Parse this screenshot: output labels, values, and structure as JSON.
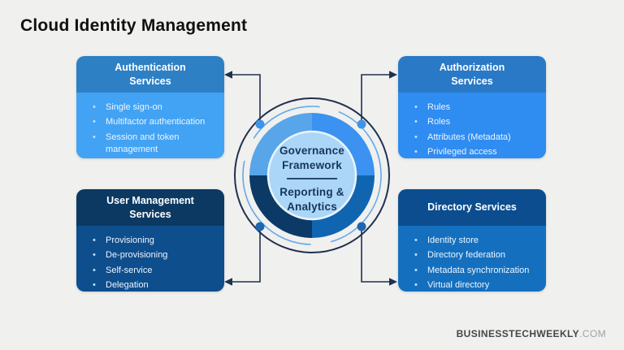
{
  "page": {
    "title": "Cloud Identity Management"
  },
  "footer": {
    "brand": "BUSINESSTECHWEEKLY",
    "domain": ".COM"
  },
  "center": {
    "title_lines": [
      "Governance",
      "Framework"
    ],
    "subtitle_lines": [
      "Reporting &",
      "Analytics"
    ]
  },
  "boxes": [
    {
      "title": "Authentication Services",
      "items": [
        "Single sign-on",
        "Multifactor authentication",
        "Session and token management"
      ],
      "header_color": "#2E80C5",
      "body_color": "#42A3F4"
    },
    {
      "title": "Authorization Services",
      "items": [
        "Rules",
        "Roles",
        "Attributes (Metadata)",
        "Privileged access"
      ],
      "header_color": "#2979C6",
      "body_color": "#2F8CF0"
    },
    {
      "title": "User Management Services",
      "items": [
        "Provisioning",
        "De-provisioning",
        "Self-service",
        "Delegation"
      ],
      "header_color": "#0C3962",
      "body_color": "#0E4E8C"
    },
    {
      "title": "Directory Services",
      "items": [
        "Identity store",
        "Directory federation",
        "Metadata synchronization",
        "Virtual directory"
      ],
      "header_color": "#0B4D8F",
      "body_color": "#1470BE"
    }
  ],
  "palette": {
    "background": "#F0F0EE",
    "outer_ring": "#20304F",
    "connector": "#20304F",
    "arc_ring": "#63A9E9",
    "quadrant_top_left": "#58A5E9",
    "quadrant_top_right": "#3B92F0",
    "quadrant_bottom_right": "#1065B0",
    "quadrant_bottom_left": "#0C3A66",
    "inner_circle": "#ABD6F8",
    "inner_circle_rim": "#EAF4FE",
    "center_text": "#16365C",
    "node_top": "#3F94E8",
    "node_bottom": "#1E66B0"
  }
}
